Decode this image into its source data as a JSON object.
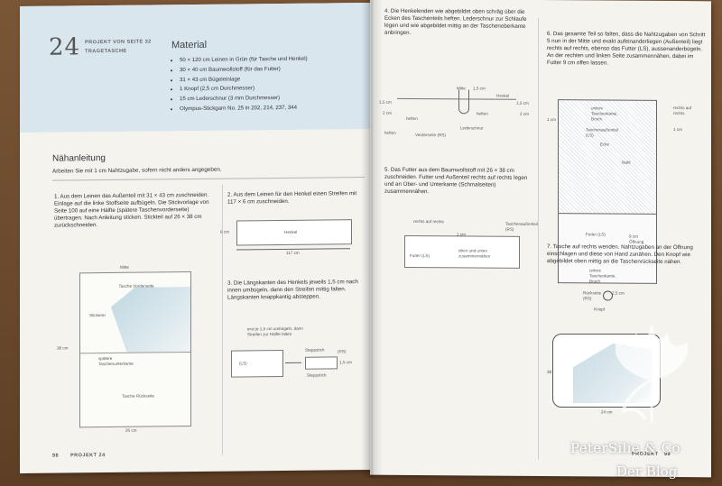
{
  "left_page": {
    "project_number": "24",
    "project_from": "PROJEKT VON SEITE 32",
    "project_name": "TRAGETASCHE",
    "material_title": "Material",
    "material_items": [
      "50 × 120 cm Leinen in Grün (für Tasche und Henkel)",
      "30 × 40 cm Baumwollstoff (für das Futter)",
      "31 × 43 cm Bügeleinlage",
      "1 Knopf (2,5 cm Durchmesser)",
      "15 cm Lederschnur (3 mm Durchmesser)",
      "Olympus-Stickgarn No. 25 in 202, 214, 237, 344"
    ],
    "section_title": "Nähanleitung",
    "section_subtitle": "Arbeiten Sie mit 1 cm Nahtzugabe, sofern nicht anders angegeben.",
    "step1": "1. Aus dem Leinen das Außenteil mit 31 × 43 cm zuschneiden. Einlage auf die linke Stoffseite aufbügeln. Die Stickvorlage von Seite 100 auf eine Hälfte (spätere Taschenvorderseite) übertragen. Nach Anleitung sticken. Stickteil auf 26 × 38 cm zurückschneiden.",
    "step2": "2. Aus dem Leinen für den Henkel einen Streifen mit 117 × 6 cm zuschneiden.",
    "step3": "3. Die Längskanten des Henkels jeweils 1,5 cm nach innen umbügeln, dann den Streifen mittig falten. Längskanten knappkantig absteppen.",
    "fig1_labels": {
      "mitte": "Mitte",
      "front": "Tasche Vorderseite",
      "embroidery": "Stickerei",
      "bottom_edge": "spätere Taschenunterkante",
      "back": "Tasche Rückseite",
      "height": "38 cm",
      "width": "26 cm"
    },
    "fig2_labels": {
      "handle": "Henkel",
      "height": "6 cm",
      "length": "117 cm"
    },
    "fig3_labels": {
      "fold_note": "erst je 1,5 cm umbügeln, dann Streifen zur Hälfte falten",
      "ls": "(LS)",
      "stitch1": "Steppstich",
      "rs": "(RS)",
      "width": "1,5 cm",
      "stitch2": "Steppstich"
    },
    "footer_page": "98",
    "footer_label": "PROJEKT 24"
  },
  "right_page": {
    "step4": "4. Die Henkelenden wie abgebildet oben schräg über die Ecken des Taschenteils heften. Lederschnur zur Schlaufe legen und wie abgebildet mittig an der Taschenoberkante anbringen.",
    "fig4_labels": {
      "mitte": "Mitte",
      "size15": "1,5 cm",
      "handle": "Henkel",
      "left15": "1,5 cm",
      "left2": "2 cm",
      "right15": "1,5 cm",
      "right2": "2 cm",
      "heften_l": "heften",
      "heften_r": "heften",
      "cord": "Lederschnur",
      "front": "Vorderseite (RS)",
      "heften_b": "heften"
    },
    "step5": "5. Das Futter aus dem Baumwollstoff mit 26 × 38 cm zuschneiden. Futter und Außenteil rechts auf rechts legen und an Ober- und Unterkante (Schmalseiten) zusammennähen.",
    "fig5_labels": {
      "rechts": "rechts auf rechts",
      "one_cm": "1 cm",
      "outer": "Taschenaußenteil (RS)",
      "lining": "Futter (LS)",
      "sew": "oben und unten zusammennähen"
    },
    "step6": "6. Das gesamte Teil so falten, dass die Nahtzugaben von Schritt 5 nun in der Mitte und exakt aufeinanderliegen (Außenteil) liegt rechts auf rechts, ebenso das Futter (LS), aussenanderbügeln. An der rechten und linken Seite zusammennähen, dabei im Futter 9 cm offen lassen.",
    "fig6_labels": {
      "rechts": "rechts auf rechts",
      "bottom": "untere Taschenkante, Bruch",
      "outer": "Taschenaußenteil (LS)",
      "corner": "Ecke",
      "one_cm_l": "1 cm",
      "one_cm_r": "1 cm",
      "naht": "Naht",
      "lining": "Futter (LS)",
      "opening": "9 cm Öffnung",
      "bottom2": "untere Taschenkante, Bruch"
    },
    "step7": "7. Tasche auf rechts wenden. Nahtzugaben an der Öffnung einschlagen und diese von Hand zunähen. Den Knopf wie abgebildet oben mittig an die Taschenrückseite nähen.",
    "fig7_labels": {
      "back": "Rückseite (RS)",
      "size": "2,5 cm",
      "knopf": "Knopf",
      "height": "38 cm",
      "width": "24 cm"
    },
    "footer_label": "PROJEKT",
    "footer_page": "99"
  },
  "watermark": {
    "line1": "PeterSilie & Co",
    "line2": "Der Blog"
  }
}
